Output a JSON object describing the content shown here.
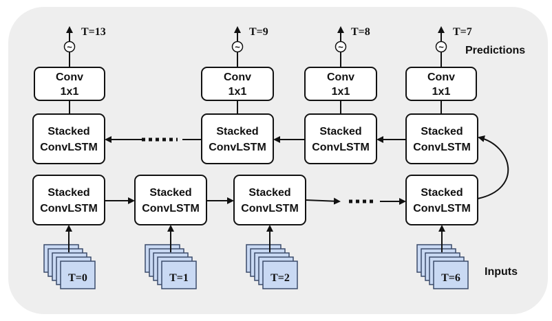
{
  "labels": {
    "predictions": "Predictions",
    "inputs": "Inputs"
  },
  "encoder": {
    "cells": [
      {
        "line1": "Stacked",
        "line2": "ConvLSTM",
        "input": "T=0"
      },
      {
        "line1": "Stacked",
        "line2": "ConvLSTM",
        "input": "T=1"
      },
      {
        "line1": "Stacked",
        "line2": "ConvLSTM",
        "input": "T=2"
      },
      {
        "line1": "Stacked",
        "line2": "ConvLSTM",
        "input": "T=6"
      }
    ]
  },
  "decoder": {
    "cells": [
      {
        "line1": "Stacked",
        "line2": "ConvLSTM",
        "conv1": "Conv",
        "conv2": "1x1",
        "output": "T=13"
      },
      {
        "line1": "Stacked",
        "line2": "ConvLSTM",
        "conv1": "Conv",
        "conv2": "1x1",
        "output": "T=9"
      },
      {
        "line1": "Stacked",
        "line2": "ConvLSTM",
        "conv1": "Conv",
        "conv2": "1x1",
        "output": "T=8"
      },
      {
        "line1": "Stacked",
        "line2": "ConvLSTM",
        "conv1": "Conv",
        "conv2": "1x1",
        "output": "T=7"
      }
    ]
  },
  "activation_symbol": "~",
  "colors": {
    "panel": "#eeeeee",
    "box_fill": "#ffffff",
    "box_stroke": "#111111",
    "frame_fill": "#c9d9f3",
    "frame_stroke": "#3a4a6a"
  }
}
